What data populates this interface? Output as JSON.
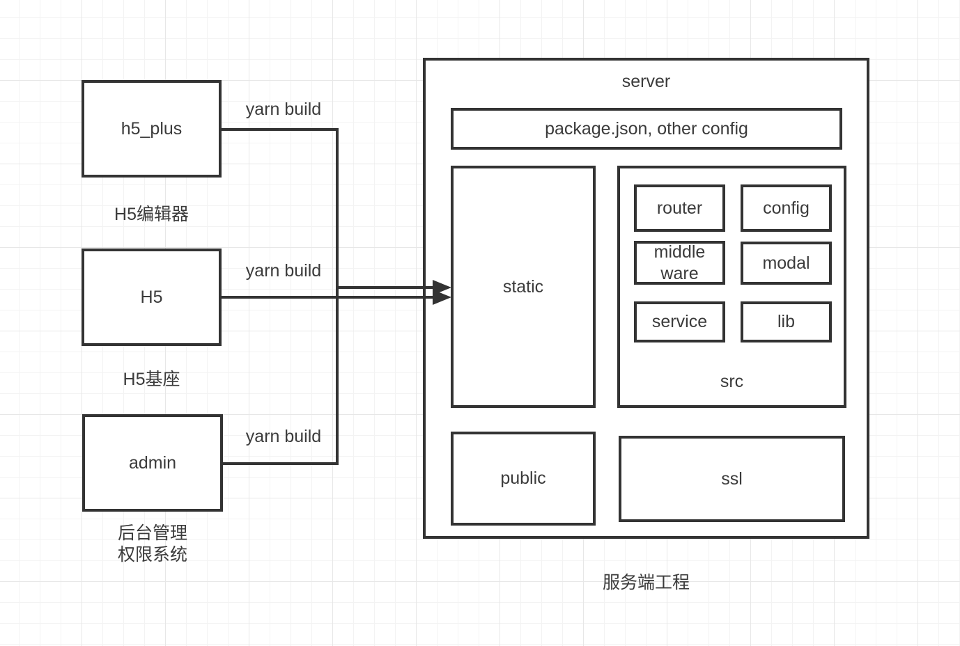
{
  "colors": {
    "stroke": "#333333",
    "text": "#3b3b3b",
    "background": "#ffffff",
    "grid_minor": "#f3f3f3",
    "grid_major": "#e7e7e7"
  },
  "nodes": {
    "h5_plus": "h5_plus",
    "h5": "H5",
    "admin": "admin"
  },
  "captions": {
    "h5_plus": "H5编辑器",
    "h5": "H5基座",
    "admin_line1": "后台管理",
    "admin_line2": "权限系统",
    "server": "服务端工程"
  },
  "edges": {
    "yarn_build_1": "yarn build",
    "yarn_build_2": "yarn build",
    "yarn_build_3": "yarn build"
  },
  "server": {
    "title": "server",
    "config_bar": "package.json, other config",
    "static": "static",
    "src": {
      "caption": "src",
      "router": "router",
      "config": "config",
      "middleware": "middle ware",
      "modal": "modal",
      "service": "service",
      "lib": "lib"
    },
    "public": "public",
    "ssl": "ssl"
  }
}
